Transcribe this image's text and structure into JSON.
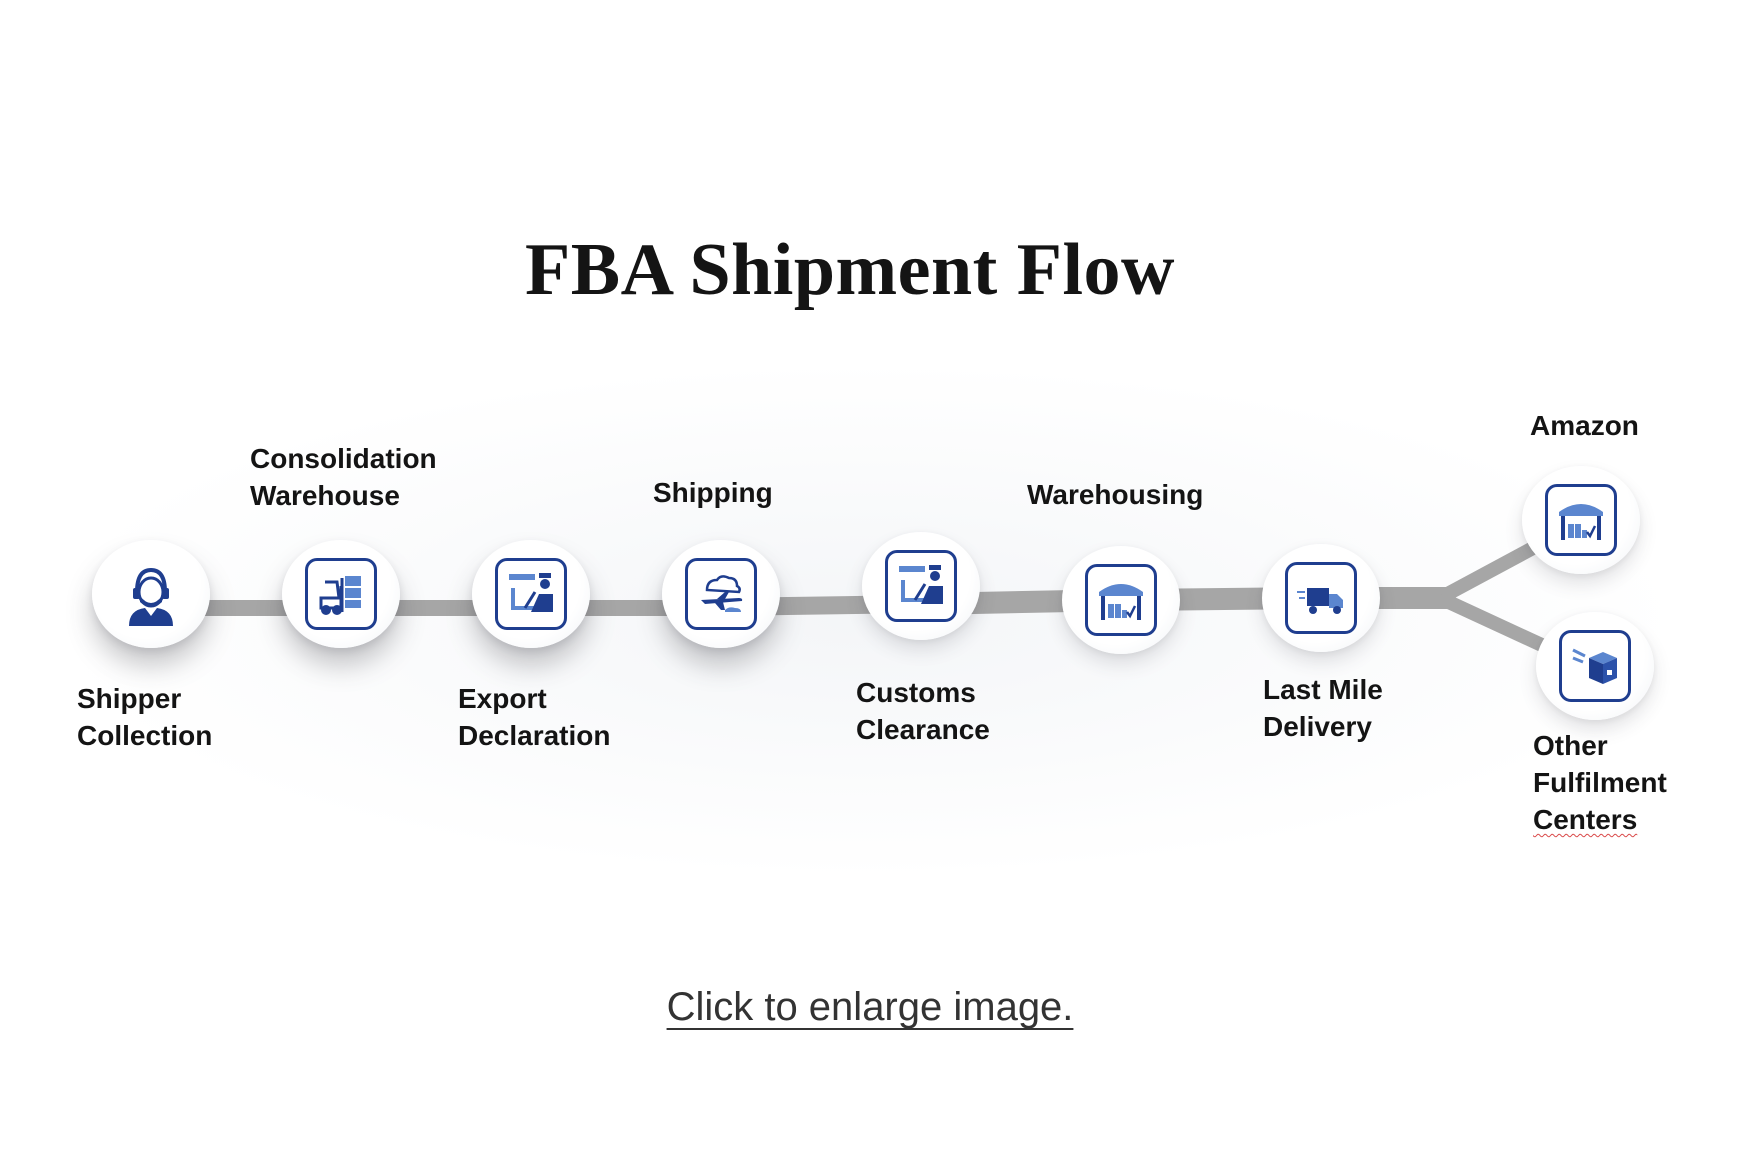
{
  "title": "FBA Shipment Flow",
  "colors": {
    "icon": "#1f3e8f",
    "icon_light": "#5b86cf",
    "connector": "#a6a6a6"
  },
  "steps": [
    {
      "id": "shipper-collection",
      "lines": [
        "Shipper",
        "Collection"
      ],
      "icon": "person-headset-icon"
    },
    {
      "id": "consolidation-warehouse",
      "lines": [
        "Consolidation",
        "Warehouse"
      ],
      "icon": "forklift-icon"
    },
    {
      "id": "export-declaration",
      "lines": [
        "Export",
        "Declaration"
      ],
      "icon": "customs-officer-icon"
    },
    {
      "id": "shipping",
      "lines": [
        "Shipping"
      ],
      "icon": "airplane-icon"
    },
    {
      "id": "customs-clearance",
      "lines": [
        "Customs",
        "Clearance"
      ],
      "icon": "customs-officer-icon"
    },
    {
      "id": "warehousing",
      "lines": [
        "Warehousing"
      ],
      "icon": "warehouse-icon"
    },
    {
      "id": "last-mile-delivery",
      "lines": [
        "Last Mile",
        "Delivery"
      ],
      "icon": "delivery-truck-icon"
    }
  ],
  "destinations": [
    {
      "id": "amazon",
      "lines": [
        "Amazon"
      ],
      "icon": "warehouse-icon"
    },
    {
      "id": "other-fulfilment-centers",
      "lines": [
        "Other",
        "Fulfilment",
        "Centers"
      ],
      "icon": "package-icon"
    }
  ],
  "caption": "Click to enlarge image."
}
